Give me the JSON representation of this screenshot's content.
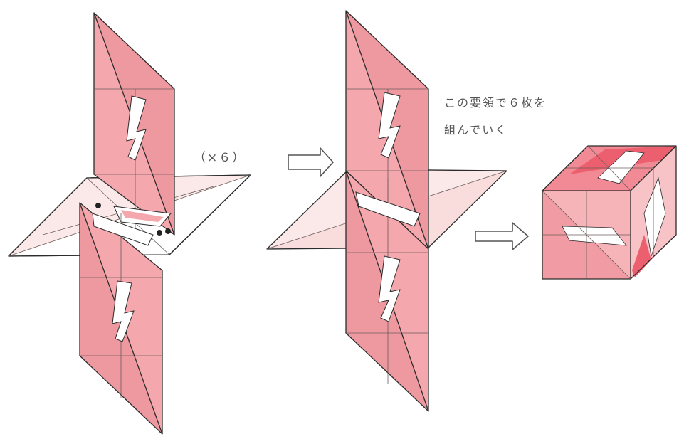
{
  "labels": {
    "count": "（×６）",
    "instruction_line1": "この要領で６枚を",
    "instruction_line2": "組んでいく"
  },
  "colors": {
    "paper_pink": "#f4a7ad",
    "paper_pink_dark": "#ee8d96",
    "paper_light": "#f9dcdc",
    "paper_red": "#ec5f6e",
    "outline": "#2b2b2b",
    "background": "#ffffff"
  },
  "icons": [
    "right-arrow-icon",
    "right-arrow-icon"
  ]
}
